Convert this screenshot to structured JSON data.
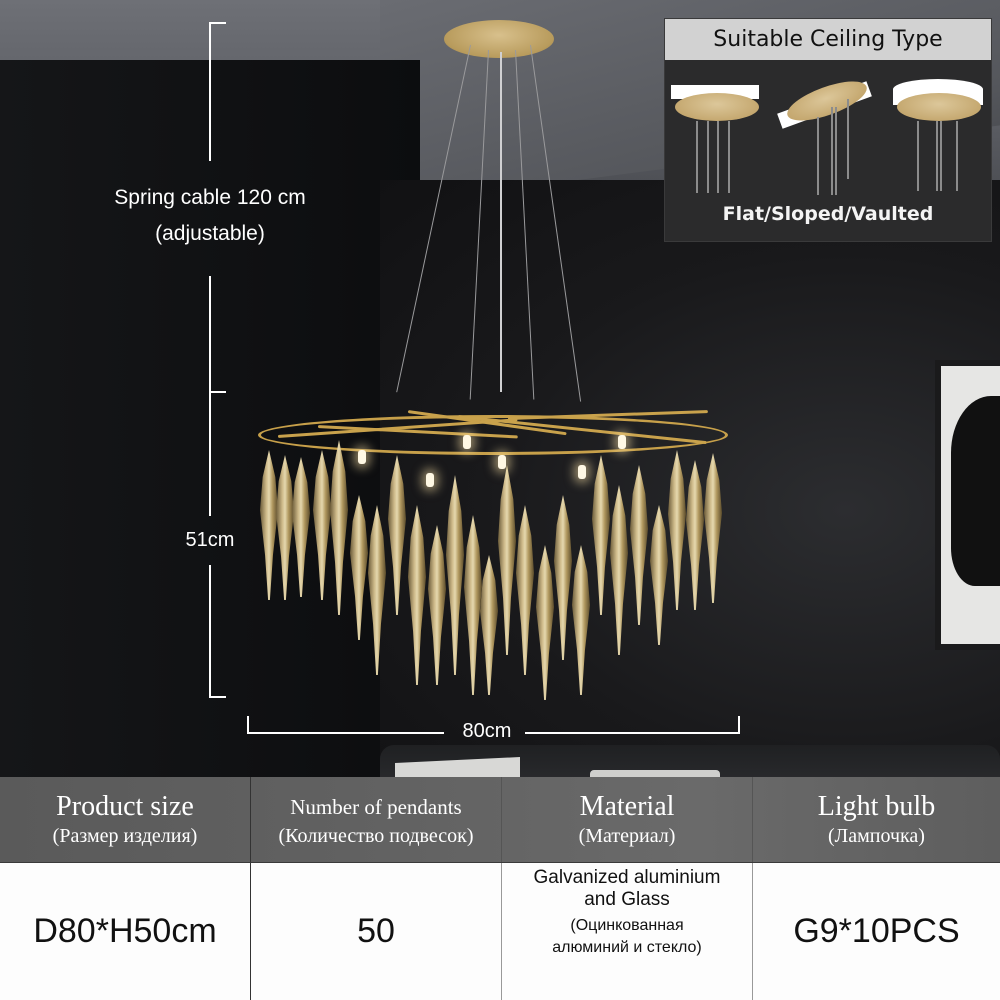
{
  "dimensions": {
    "cable_label_line1": "Spring cable 120 cm",
    "cable_label_line2": "(adjustable)",
    "height_label": "51cm",
    "width_label": "80cm"
  },
  "ceiling_inset": {
    "title": "Suitable Ceiling Type",
    "types_label": "Flat/Sloped/Vaulted",
    "types": [
      "Flat",
      "Sloped",
      "Vaulted"
    ]
  },
  "spec_table": {
    "columns": [
      {
        "header_en": "Product size",
        "header_ru": "(Размер изделия)",
        "value": "D80*H50cm"
      },
      {
        "header_en": "Number of pendants",
        "header_ru": "(Количество подвесок)",
        "value": "50"
      },
      {
        "header_en": "Material",
        "header_ru": "(Материал)",
        "value_en_line1": "Galvanized aluminium",
        "value_en_line2": "and Glass",
        "value_ru_line1": "(Оцинкованная",
        "value_ru_line2": "алюминий и стекло)"
      },
      {
        "header_en": "Light bulb",
        "header_ru": "(Лампочка)",
        "value": "G9*10PCS"
      }
    ]
  },
  "colors": {
    "gold": "#c9a24c",
    "table_header_bg": "#616161",
    "table_body_bg": "#fdfdfd",
    "inset_header_bg": "#d2d2d2",
    "inset_bg": "#2b2b2c"
  }
}
